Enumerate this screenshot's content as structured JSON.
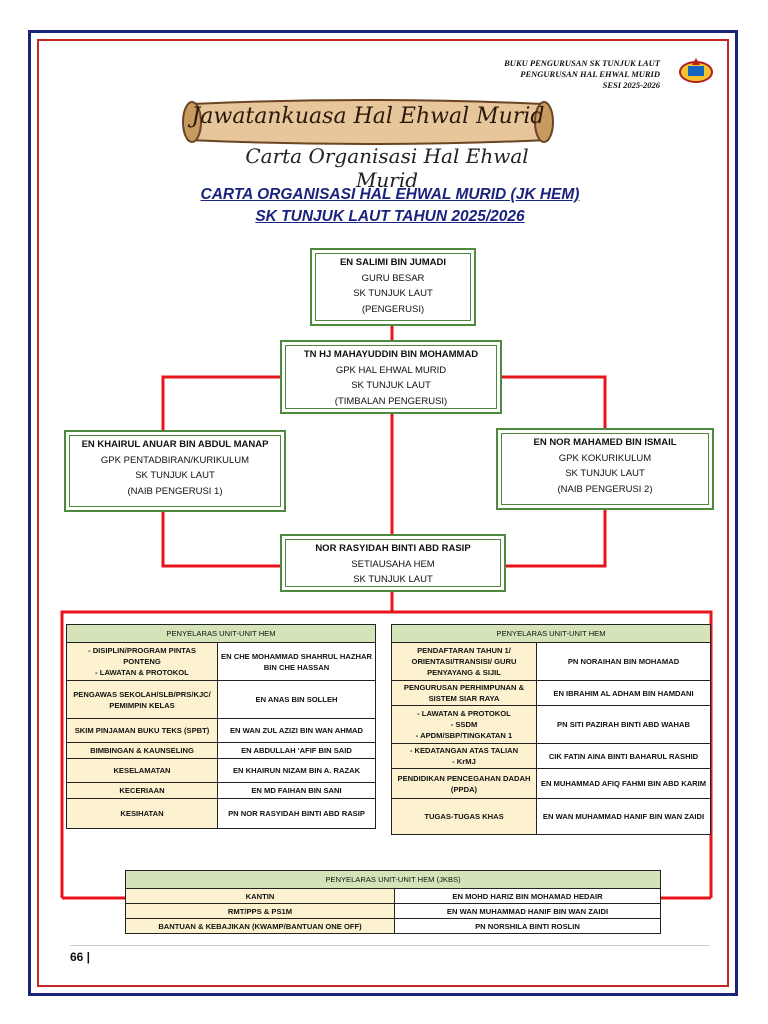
{
  "header": {
    "line1": "BUKU PENGURUSAN SK TUNJUK LAUT",
    "line2": "PENGURUSAN HAL EHWAL MURID",
    "line3": "SESI 2025-2026"
  },
  "banner": {
    "scroll_title": "Jawatankuasa Hal Ehwal Murid",
    "subtitle": "Carta Organisasi Hal Ehwal Murid"
  },
  "title": {
    "line1": "CARTA ORGANISASI HAL EHWAL MURID  (JK HEM)",
    "line2": "SK TUNJUK LAUT TAHUN 2025/2026"
  },
  "colors": {
    "connector": "#e8141c",
    "box_border": "#4e8a3e",
    "table_header": "#d4e4b8",
    "table_label": "#fdf2d0"
  },
  "org": {
    "chair": {
      "name": "EN SALIMI BIN JUMADI",
      "l2": "GURU BESAR",
      "l3": "SK TUNJUK LAUT",
      "l4": "(PENGERUSI)"
    },
    "vice": {
      "name": "TN HJ MAHAYUDDIN BIN MOHAMMAD",
      "l2": "GPK HAL EHWAL MURID",
      "l3": "SK TUNJUK LAUT",
      "l4": "(TIMBALAN PENGERUSI)"
    },
    "left": {
      "name": "EN KHAIRUL ANUAR BIN ABDUL MANAP",
      "l2": "GPK PENTADBIRAN/KURIKULUM",
      "l3": "SK TUNJUK LAUT",
      "l4": "(NAIB PENGERUSI 1)"
    },
    "right": {
      "name": "EN NOR MAHAMED BIN ISMAIL",
      "l2": "GPK KOKURIKULUM",
      "l3": "SK TUNJUK LAUT",
      "l4": "(NAIB PENGERUSI 2)"
    },
    "secretary": {
      "name": "NOR RASYIDAH BINTI ABD RASIP",
      "l2": "SETIAUSAHA HEM",
      "l3": "SK TUNJUK LAUT"
    }
  },
  "table_left": {
    "header": "PENYELARAS UNIT-UNIT HEM",
    "rows": [
      {
        "unit": "-  DISIPLIN/PROGRAM PINTAS PONTENG\n-  LAWATAN & PROTOKOL",
        "person": "EN CHE MOHAMMAD SHAHRUL HAZHAR BIN CHE HASSAN"
      },
      {
        "unit": "PENGAWAS SEKOLAH/SLB/PRS/KJC/ PEMIMPIN KELAS",
        "person": "EN ANAS BIN SOLLEH"
      },
      {
        "unit": "SKIM PINJAMAN BUKU TEKS (SPBT)",
        "person": "EN WAN ZUL AZIZI BIN WAN AHMAD"
      },
      {
        "unit": "BIMBINGAN & KAUNSELING",
        "person": "EN ABDULLAH 'AFIF BIN SAID"
      },
      {
        "unit": "KESELAMATAN",
        "person": "EN KHAIRUN NIZAM BIN A. RAZAK"
      },
      {
        "unit": "KECERIAAN",
        "person": "EN MD FAIHAN BIN SANI"
      },
      {
        "unit": "KESIHATAN",
        "person": "PN NOR RASYIDAH BINTI ABD RASIP"
      }
    ]
  },
  "table_right": {
    "header": "PENYELARAS UNIT-UNIT HEM",
    "rows": [
      {
        "unit": "PENDAFTARAN TAHUN 1/ ORIENTASI/TRANSISI/ GURU PENYAYANG & SIJIL",
        "person": "PN NORAIHAN BIN MOHAMAD"
      },
      {
        "unit": "PENGURUSAN PERHIMPUNAN & SISTEM SIAR RAYA",
        "person": "EN IBRAHIM AL ADHAM BIN HAMDANI"
      },
      {
        "unit": "-  LAWATAN & PROTOKOL\n-  SSDM\n-  APDM/SBP/TINGKATAN 1",
        "person": "PN SITI PAZIRAH BINTI ABD WAHAB"
      },
      {
        "unit": "-  KEDATANGAN ATAS TALIAN\n-  KrMJ",
        "person": "CIK FATIN AINA BINTI BAHARUL RASHID"
      },
      {
        "unit": "PENDIDIKAN PENCEGAHAN DADAH (PPDA)",
        "person": "EN MUHAMMAD AFIQ FAHMI BIN ABD KARIM"
      },
      {
        "unit": "TUGAS-TUGAS KHAS",
        "person": "EN WAN MUHAMMAD HANIF BIN WAN ZAIDI"
      }
    ]
  },
  "table_bottom": {
    "header": "PENYELARAS UNIT-UNIT HEM (JKBS)",
    "rows": [
      {
        "unit": "KANTIN",
        "person": "EN MOHD HARIZ BIN MOHAMAD HEDAIR"
      },
      {
        "unit": "RMT/PPS & PS1M",
        "person": "EN WAN MUHAMMAD HANIF BIN WAN ZAIDI"
      },
      {
        "unit": "BANTUAN & KEBAJIKAN (KWAMP/BANTUAN ONE OFF)",
        "person": "PN NORSHILA BINTI ROSLIN"
      }
    ]
  },
  "footer": {
    "page": "66 |"
  }
}
